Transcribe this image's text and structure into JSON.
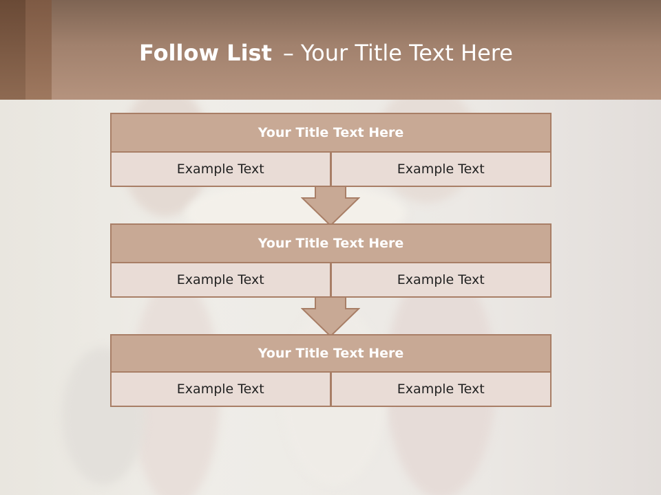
{
  "header": {
    "title_bold": "Follow List",
    "separator": "–",
    "title_rest": "Your Title Text Here"
  },
  "blocks": [
    {
      "title": "Your Title Text Here",
      "left": "Example Text",
      "right": "Example Text"
    },
    {
      "title": "Your Title Text Here",
      "left": "Example Text",
      "right": "Example Text"
    },
    {
      "title": "Your Title Text Here",
      "left": "Example Text",
      "right": "Example Text"
    }
  ],
  "colors": {
    "header_top": "#7e6453",
    "header_bottom": "#b5937e",
    "title_bar_fill": "#c8a995",
    "cell_fill": "#e9dcd6",
    "border": "#a87e66",
    "arrow_fill": "#c8a995"
  }
}
